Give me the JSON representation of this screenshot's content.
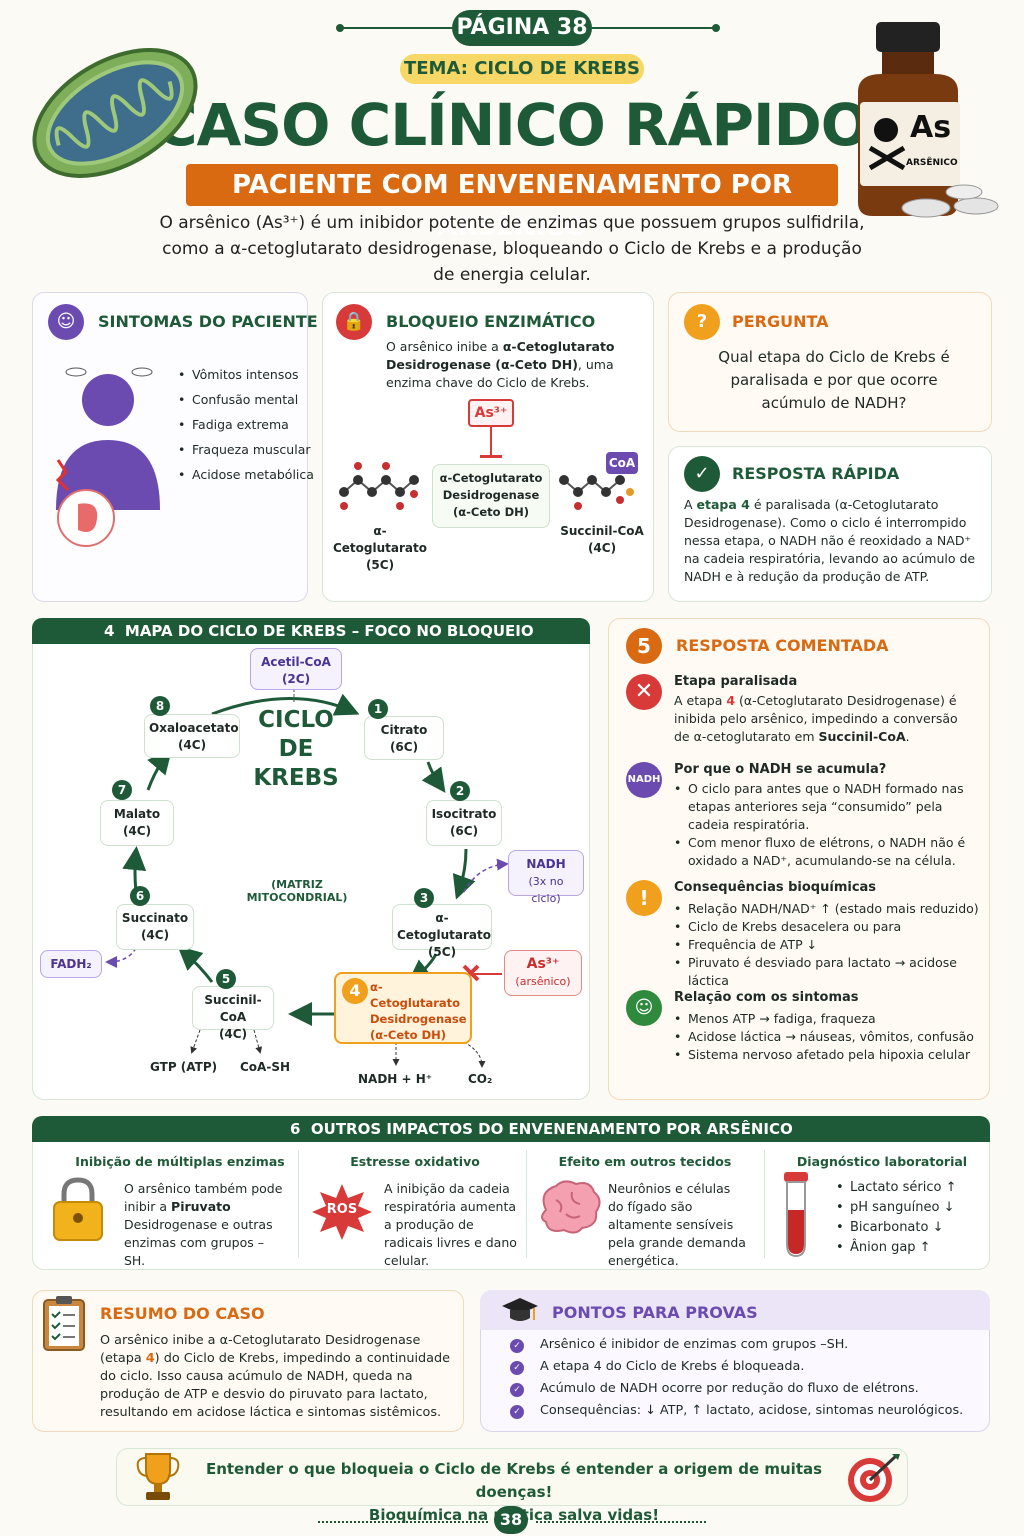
{
  "header": {
    "page": "PÁGINA 38",
    "tema": "TEMA: CICLO DE KREBS",
    "title": "CASO CLÍNICO RÁPIDO",
    "subtitle": "PACIENTE COM ENVENENAMENTO POR ARSÊNICO",
    "intro": "O arsênico (As³⁺) é um inibidor potente de enzimas que possuem grupos sulfidrila, como a α-cetoglutarato desidrogenase, bloqueando o Ciclo de Krebs e a produção de energia celular.",
    "bottle_label": "As",
    "bottle_sub": "ARSÊNICO"
  },
  "sintomas": {
    "title": "SINTOMAS DO PACIENTE",
    "items": [
      "Vômitos intensos",
      "Confusão mental",
      "Fadiga extrema",
      "Fraqueza muscular",
      "Acidose metabólica"
    ]
  },
  "bloqueio": {
    "title": "BLOQUEIO ENZIMÁTICO",
    "text_pre": "O arsênico inibe a ",
    "text_bold": "α-Cetoglutarato Desidrogenase (α-Ceto DH)",
    "text_post": ", uma enzima chave do Ciclo de Krebs.",
    "inhibitor": "As³⁺",
    "enzyme": "α-Cetoglutarato Desidrogenase (α-Ceto DH)",
    "substrate": "α-Cetoglutarato",
    "substrate_c": "(5C)",
    "product": "Succinil-CoA",
    "product_c": "(4C)",
    "coa": "CoA"
  },
  "pergunta": {
    "title": "PERGUNTA",
    "text": "Qual etapa do Ciclo de Krebs é paralisada e por que ocorre acúmulo de NADH?"
  },
  "resposta_rapida": {
    "title": "RESPOSTA RÁPIDA",
    "pre": "A ",
    "bold": "etapa 4",
    "post": " é paralisada (α-Cetoglutarato Desidrogenase). Como o ciclo é interrompido nessa etapa, o NADH não é reoxidado a NAD⁺ na cadeia respiratória, levando ao acúmulo de NADH e à redução da produção de ATP."
  },
  "mapa": {
    "num": "4",
    "title": "MAPA DO CICLO DE KREBS – FOCO NO BLOQUEIO",
    "center_1": "CICLO",
    "center_2": "DE KREBS",
    "center_3": "(MATRIZ MITOCONDRIAL)",
    "acetil": "Acetil-CoA",
    "acetil_c": "(2C)",
    "nodes": [
      {
        "num": "1",
        "name": "Citrato",
        "c": "(6C)"
      },
      {
        "num": "2",
        "name": "Isocitrato",
        "c": "(6C)"
      },
      {
        "num": "3",
        "name": "α-Cetoglutarato",
        "c": "(5C)"
      },
      {
        "num": "4",
        "name": "α-Cetoglutarato Desidrogenase",
        "c": "(α-Ceto DH)"
      },
      {
        "num": "5",
        "name": "Succinil-CoA",
        "c": "(4C)"
      },
      {
        "num": "6",
        "name": "Succinato",
        "c": "(4C)"
      },
      {
        "num": "7",
        "name": "Malato",
        "c": "(4C)"
      },
      {
        "num": "8",
        "name": "Oxaloacetato",
        "c": "(4C)"
      }
    ],
    "nadh": "NADH",
    "nadh_sub": "(3x no ciclo)",
    "fadh": "FADH₂",
    "as_label": "As³⁺",
    "as_sub": "(arsênico)",
    "gtp": "GTP (ATP)",
    "coash": "CoA-SH",
    "nadh_h": "NADH + H⁺",
    "co2": "CO₂"
  },
  "comentada": {
    "num": "5",
    "title": "RESPOSTA COMENTADA",
    "s1_title": "Etapa paralisada",
    "s1_pre": "A etapa ",
    "s1_num": "4",
    "s1_mid": " (α-Cetoglutarato Desidrogenase) é inibida pelo arsênico, impedindo a conversão de α-cetoglutarato em ",
    "s1_bold": "Succinil-CoA",
    "s1_end": ".",
    "s2_icon": "NADH",
    "s2_title": "Por que o NADH se acumula?",
    "s2_items": [
      "O ciclo para antes que o NADH formado nas etapas anteriores seja “consumido” pela cadeia respiratória.",
      "Com menor fluxo de elétrons, o NADH não é oxidado a NAD⁺, acumulando-se na célula."
    ],
    "s3_title": "Consequências bioquímicas",
    "s3_items": [
      "Relação NADH/NAD⁺ ↑ (estado mais reduzido)",
      "Ciclo de Krebs desacelera ou para",
      "Frequência de ATP ↓",
      "Piruvato é desviado para lactato → acidose láctica"
    ],
    "s4_title": "Relação com os sintomas",
    "s4_items": [
      "Menos ATP → fadiga, fraqueza",
      "Acidose láctica → náuseas, vômitos, confusão",
      "Sistema nervoso afetado pela hipoxia celular"
    ]
  },
  "impactos": {
    "num": "6",
    "title": "OUTROS IMPACTOS DO ENVENENAMENTO POR ARSÊNICO",
    "c1_title": "Inibição de múltiplas enzimas",
    "c1_pre": "O arsênico também pode inibir a ",
    "c1_bold": "Piruvato",
    "c1_post": " Desidrogenase e outras enzimas com grupos –SH.",
    "c2_title": "Estresse oxidativo",
    "c2_icon": "ROS",
    "c2_text": "A inibição da cadeia respiratória aumenta a produção de radicais livres e dano celular.",
    "c3_title": "Efeito em outros tecidos",
    "c3_text": "Neurônios e células do fígado são altamente sensíveis pela grande demanda energética.",
    "c4_title": "Diagnóstico laboratorial",
    "c4_items": [
      "Lactato sérico ↑",
      "pH sanguíneo ↓",
      "Bicarbonato ↓",
      "Ânion gap ↑"
    ]
  },
  "resumo": {
    "title": "RESUMO DO CASO",
    "pre": "O arsênico inibe a α-Cetoglutarato Desidrogenase (etapa ",
    "num": "4",
    "post": ") do Ciclo de Krebs, impedindo a continuidade do ciclo. Isso causa acúmulo de NADH, queda na produção de ATP e desvio do piruvato para lactato, resultando em acidose láctica e sintomas sistêmicos."
  },
  "provas": {
    "title": "PONTOS PARA PROVAS",
    "items": [
      "Arsênico é inibidor de enzimas com grupos –SH.",
      "A etapa 4 do Ciclo de Krebs é bloqueada.",
      "Acúmulo de NADH ocorre por redução do fluxo de elétrons.",
      "Consequências: ↓ ATP, ↑ lactato, acidose, sintomas neurológicos."
    ]
  },
  "footer": {
    "line1": "Entender o que bloqueia o Ciclo de Krebs é entender a origem de muitas doenças!",
    "line2": "Bioquímica na prática salva vidas!",
    "page": "38"
  }
}
